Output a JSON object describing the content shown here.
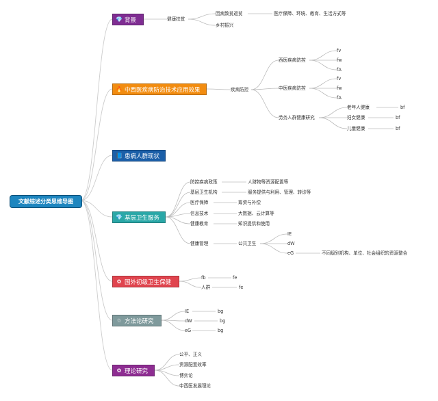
{
  "root": {
    "label": "文献综述分类思维导图"
  },
  "branches": [
    {
      "label": "背景",
      "color": "#7f2d92",
      "icon": "diamond-icon",
      "glyph": "💎"
    },
    {
      "label": "中西医疾病防治技术应用效果",
      "color": "#f28c10",
      "icon": "flame-icon",
      "glyph": "🔥"
    },
    {
      "label": "患病人群现状",
      "color": "#1b5fa8",
      "icon": "book-icon",
      "glyph": "📘"
    },
    {
      "label": "基层卫生服务",
      "color": "#2aa7a7",
      "icon": "diamond-icon",
      "glyph": "💎"
    },
    {
      "label": "国外初级卫生保健",
      "color": "#e0444e",
      "icon": "flower-icon",
      "glyph": "✿"
    },
    {
      "label": "方法论研究",
      "color": "#7f9a9c",
      "icon": "star-icon",
      "glyph": "☆"
    },
    {
      "label": "理论研究",
      "color": "#8e2d92",
      "icon": "flower-icon",
      "glyph": "✿"
    }
  ],
  "texts": {
    "bg_l2": "健康扶贫",
    "bg_l3a": "因病致贫返贫",
    "bg_l3a_l4": "医疗保障、环境、教育、生活方式等",
    "bg_l3b": "乡村振兴",
    "zx_l2": "疾病防控",
    "zx_xi": "西医疾病防控",
    "zx_xi_1": "fv",
    "zx_xi_2": "fw",
    "zx_xi_3": "fA",
    "zx_zh": "中医疾病防控",
    "zx_zh_1": "fv",
    "zx_zh_2": "fw",
    "zx_zh_3": "fA",
    "zx_rq": "劳务人群健康研究",
    "zx_rq_1": "老年人健康",
    "zx_rq_1v": "bf",
    "zx_rq_2": "妇女健康",
    "zx_rq_2v": "bf",
    "zx_rq_3": "儿童健康",
    "zx_rq_3v": "bf",
    "jc_1": "防控疾病政策",
    "jc_1v": "人财物等资源配置等",
    "jc_2": "基层卫生机构",
    "jc_2v": "服务提供与利用、管理、转诊等",
    "jc_3": "医疗保障",
    "jc_3v": "筹资与补偿",
    "jc_4": "信息技术",
    "jc_4v": "大数据、云计算等",
    "jc_5": "健康教育",
    "jc_5v": "知识提供和使用",
    "jc_6": "健康管理",
    "jc_6v": "公共卫生",
    "jc_6v_1": "IE",
    "jc_6v_2": "dW",
    "jc_6v_3": "eG",
    "jc_6v_3v": "不同级别机构、单位、社会组织的资源整合",
    "gw_1": "fb",
    "gw_1v": "fe",
    "gw_2": "人群",
    "gw_2v": "fe",
    "ff_1": "IE",
    "ff_1v": "bg",
    "ff_2": "dW",
    "ff_2v": "bg",
    "ff_3": "eG",
    "ff_3v": "bg",
    "ll_1": "公平、正义",
    "ll_2": "资源配置效率",
    "ll_3": "博弈论",
    "ll_4": "中西医发展理论"
  }
}
